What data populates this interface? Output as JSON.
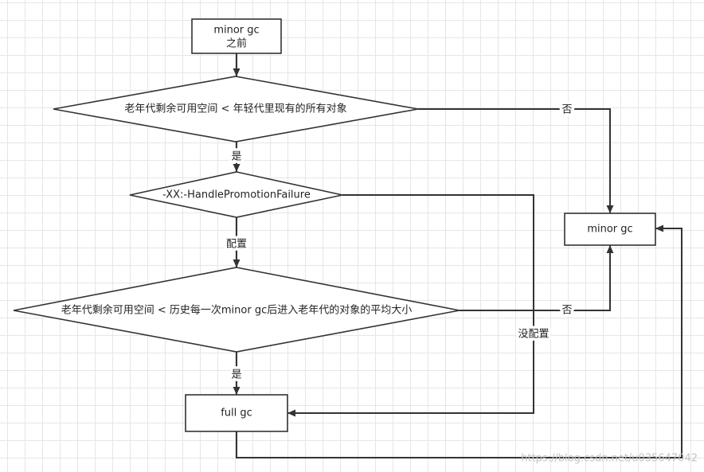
{
  "nodes": {
    "start": {
      "line1": "minor gc",
      "line2": "之前"
    },
    "decision_space": "老年代剩余可用空间 < 年轻代里现有的所有对象",
    "decision_flag": "-XX:-HandlePromotionFailure",
    "decision_avg": "老年代剩余可用空间 < 历史每一次minor gc后进入老年代的对象的平均大小",
    "minor_gc": "minor gc",
    "full_gc": "full gc"
  },
  "edges": {
    "space_no": "否",
    "space_yes": "是",
    "flag_yes": "配置",
    "flag_no": "没配置",
    "avg_no": "否",
    "avg_yes": "是"
  },
  "watermark": "https://blog.csdn.net/u035647042",
  "colors": {
    "line": "#333333",
    "grid": "#e6e6e6",
    "watermark": "#c4c4c4"
  }
}
